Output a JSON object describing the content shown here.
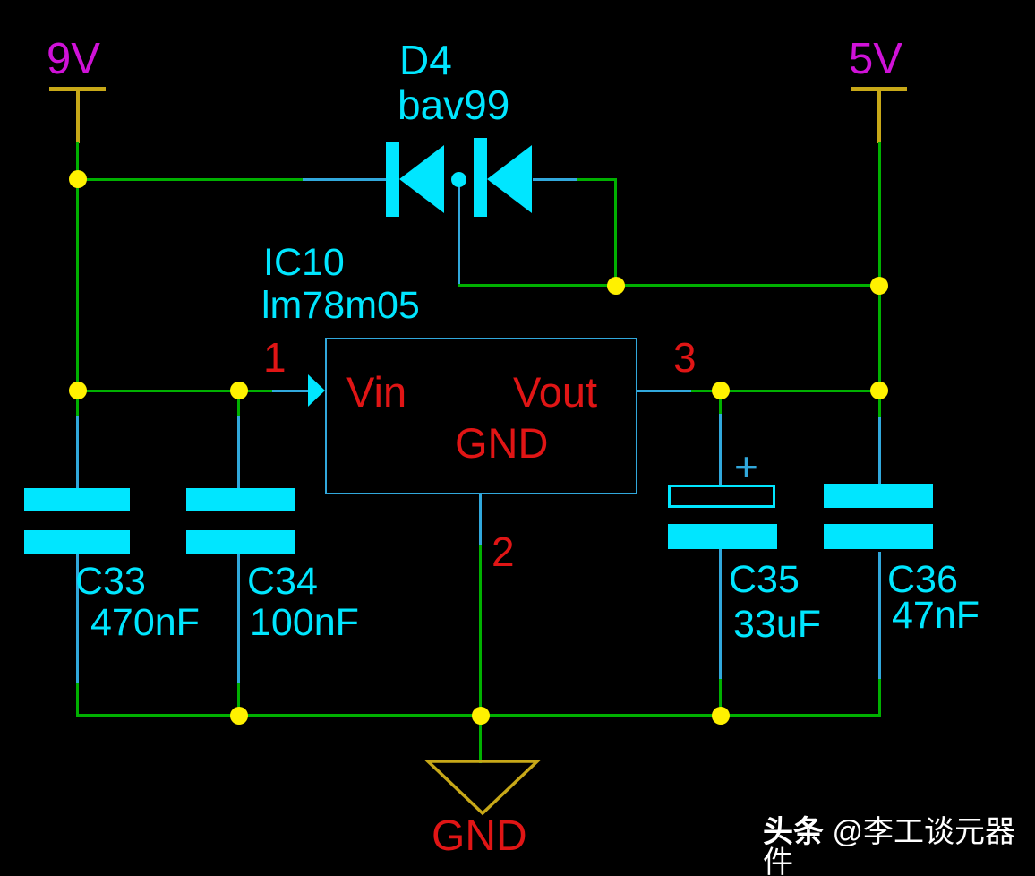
{
  "colors": {
    "background": "#000000",
    "wire_green": "#00b000",
    "component_cyan": "#00e6ff",
    "pin_blue": "#31a8dc",
    "label_red": "#e01515",
    "power_magenta": "#d012d8",
    "symbol_gold": "#c7a818",
    "junction_yellow": "#fff100",
    "watermark_white": "#ffffff"
  },
  "power": {
    "input_label": "9V",
    "output_label": "5V"
  },
  "diode": {
    "ref": "D4",
    "part": "bav99"
  },
  "regulator": {
    "ref": "IC10",
    "part": "lm78m05",
    "pin_vin_label": "Vin",
    "pin_vout_label": "Vout",
    "pin_gnd_label": "GND",
    "pin1_number": "1",
    "pin2_number": "2",
    "pin3_number": "3"
  },
  "capacitors": [
    {
      "ref": "C33",
      "value": "470nF"
    },
    {
      "ref": "C34",
      "value": "100nF"
    },
    {
      "ref": "C35",
      "value": "33uF",
      "polarity_mark": "+"
    },
    {
      "ref": "C36",
      "value": "47nF"
    }
  ],
  "ground": {
    "label": "GND"
  },
  "watermark": {
    "brand": "头条",
    "handle": "@李工谈元器件"
  }
}
